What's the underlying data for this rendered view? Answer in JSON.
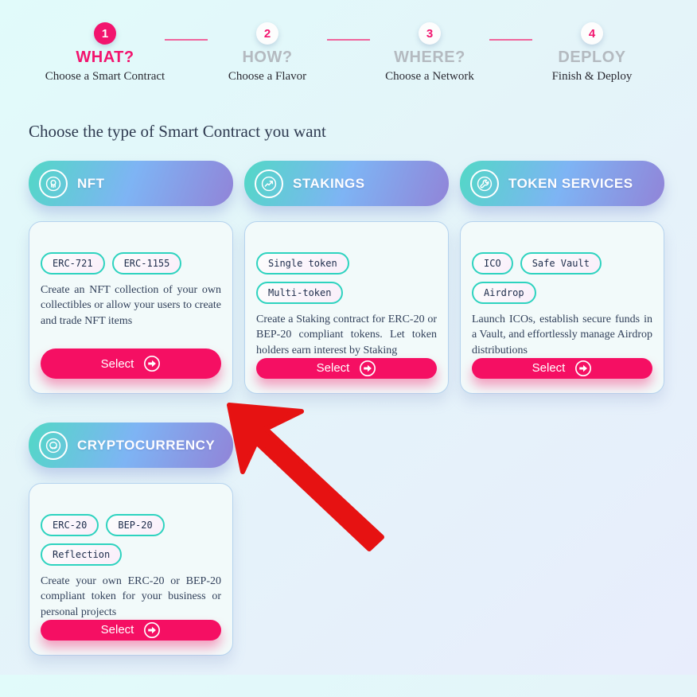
{
  "stepper": {
    "steps": [
      {
        "id": "what",
        "number": "1",
        "title": "WHAT?",
        "subtitle": "Choose a Smart Contract",
        "active": true
      },
      {
        "id": "how",
        "number": "2",
        "title": "HOW?",
        "subtitle": "Choose a Flavor",
        "active": false
      },
      {
        "id": "where",
        "number": "3",
        "title": "WHERE?",
        "subtitle": "Choose a Network",
        "active": false
      },
      {
        "id": "deploy",
        "number": "4",
        "title": "DEPLOY",
        "subtitle": "Finish & Deploy",
        "active": false
      }
    ]
  },
  "heading": "Choose the type of Smart Contract you want",
  "cards": [
    {
      "id": "nft",
      "title": "NFT",
      "icon": "nft-icon",
      "tags": [
        "ERC-721",
        "ERC-1155"
      ],
      "description": "Create an NFT collection of your own collectibles or allow your users to create and trade NFT items",
      "button_label": "Select"
    },
    {
      "id": "stakings",
      "title": "STAKINGS",
      "icon": "chart-up-icon",
      "tags": [
        "Single token",
        "Multi-token"
      ],
      "description": "Create a Staking contract for ERC-20 or BEP-20 compliant tokens. Let token holders earn interest by Staking",
      "button_label": "Select"
    },
    {
      "id": "token-services",
      "title": "TOKEN SERVICES",
      "icon": "wrench-icon",
      "tags": [
        "ICO",
        "Safe Vault",
        "Airdrop"
      ],
      "description": "Launch ICOs, establish secure funds in a Vault, and effortlessly manage Airdrop distributions",
      "button_label": "Select"
    },
    {
      "id": "cryptocurrency",
      "title": "CRYPTOCURRENCY",
      "icon": "coin-icon",
      "tags": [
        "ERC-20",
        "BEP-20",
        "Reflection"
      ],
      "description": "Create your own ERC-20 or BEP-20 compliant token for your business or personal projects",
      "button_label": "Select"
    }
  ],
  "annotation": {
    "type": "red-arrow",
    "points_at": "nft-select-button",
    "color": "#e61212"
  },
  "colors": {
    "accent_pink": "#f50f63",
    "step_pink": "#f2146e",
    "header_gradient": [
      "#52d8c6",
      "#7eb4f4",
      "#9184d8"
    ],
    "tag_border_teal": "#2ed3bf",
    "inactive_gray": "#b4bac0",
    "arrow_red": "#e61212"
  }
}
